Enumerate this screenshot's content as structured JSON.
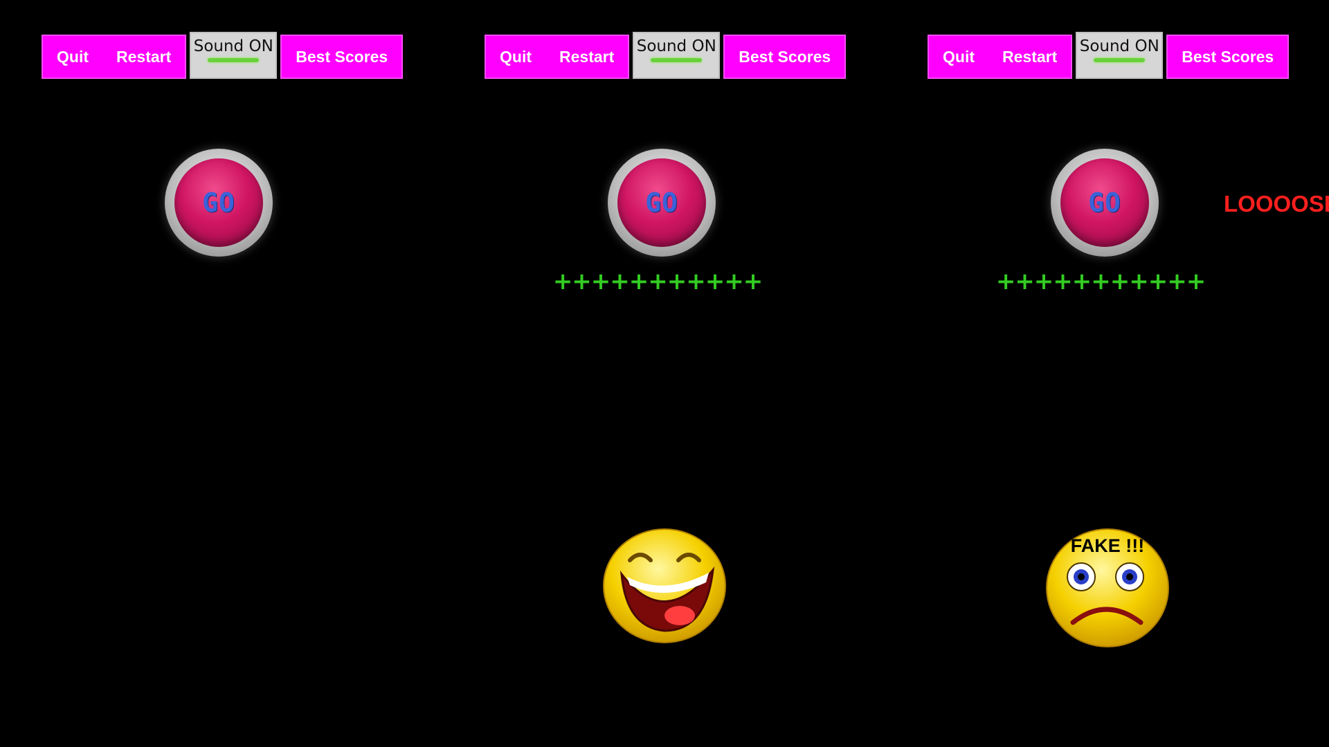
{
  "toolbar": {
    "quit_label": "Quit",
    "restart_label": "Restart",
    "sound_label": "Sound ON",
    "best_scores_label": "Best Scores"
  },
  "go_button": {
    "label": "GO"
  },
  "progress_marks": "+++++++++++",
  "loser_message": "LOOOOSER !!!",
  "fake_message": "FAKE !!!",
  "colors": {
    "background": "#000000",
    "toolbar_button": "#ff00ff",
    "sound_button": "#d6d6d6",
    "sound_led": "#6ad13c",
    "go_button": "#d01563",
    "go_label": "#3b62d8",
    "progress_marks": "#33cc22",
    "loser_text": "#ff1f1f",
    "smiley": "#f5d000"
  },
  "icons": {
    "laughing": "laughing-smiley-icon",
    "sad": "sad-smiley-icon"
  }
}
